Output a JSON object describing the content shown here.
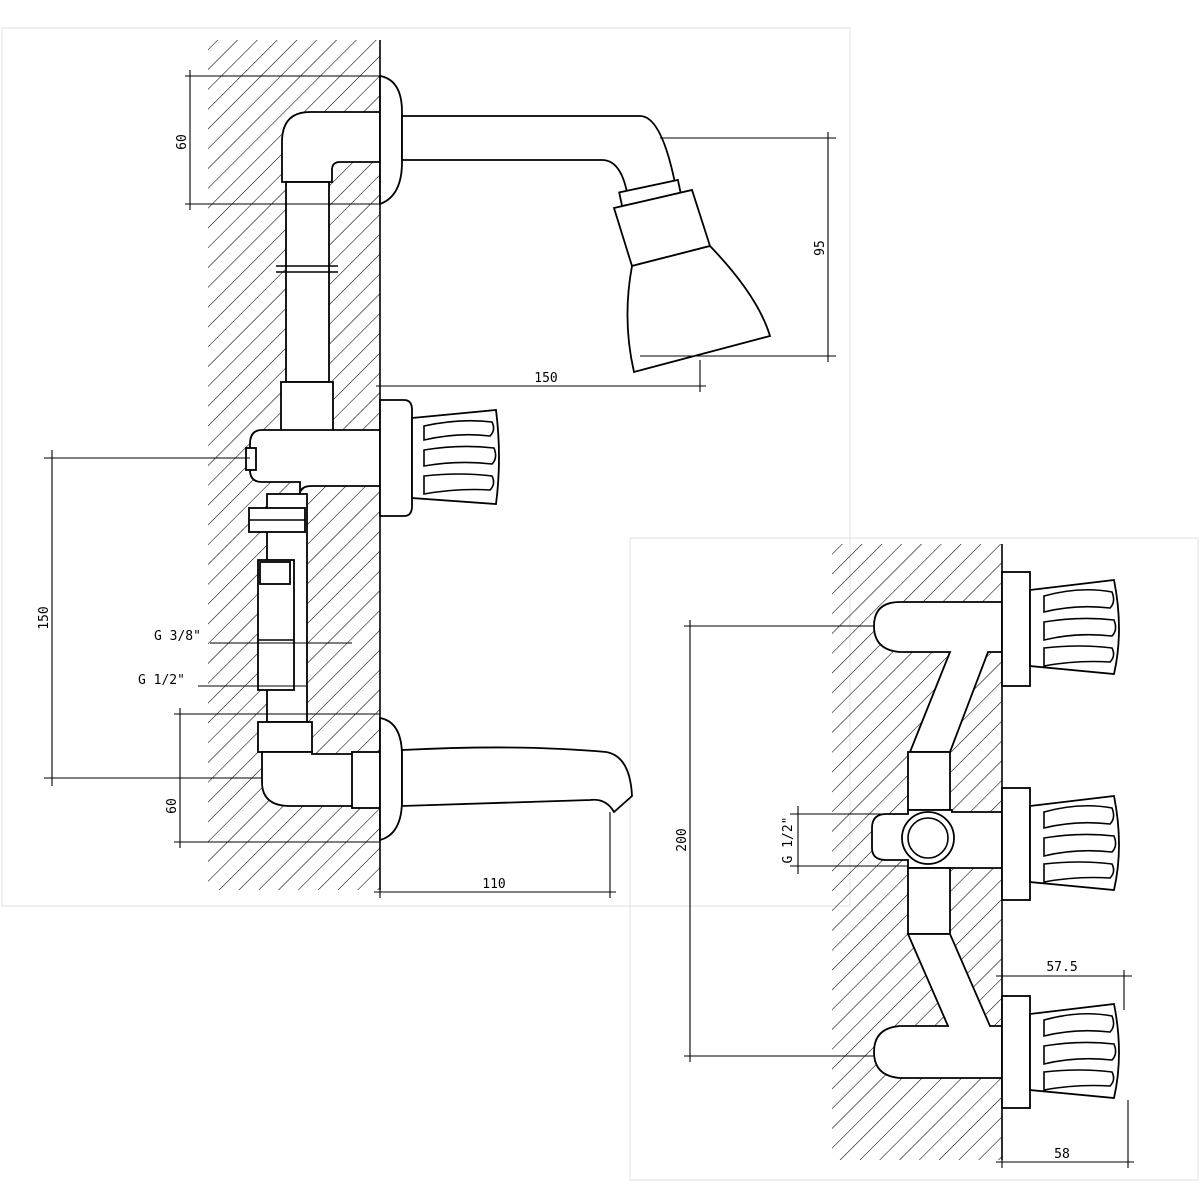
{
  "dimensions": {
    "side_view": {
      "shower_mount_height": "60",
      "shower_drop": "95",
      "shower_projection": "150",
      "outlet_spacing": "150",
      "spout_mount_height": "60",
      "spout_projection": "110"
    },
    "front_view": {
      "inlet_spacing": "200",
      "handle_depth_upper": "57.5",
      "handle_depth_lower": "58"
    }
  },
  "thread_labels": {
    "g38": "G 3/8\"",
    "g12": "G 1/2\"",
    "front_g12": "G 1/2\""
  },
  "colors": {
    "line": "#000000",
    "background": "#ffffff",
    "frame": "#dcdcdc"
  }
}
